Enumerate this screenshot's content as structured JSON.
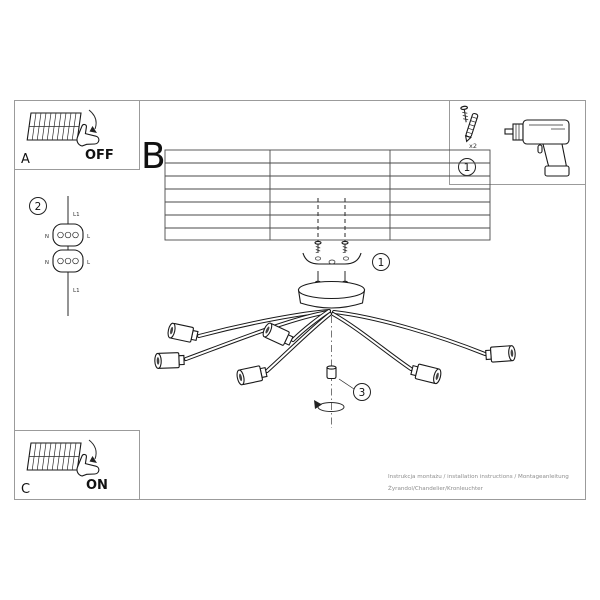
{
  "sheet": {
    "section_label": "B",
    "footer_line1": "Instrukcja montażu / installation instructions / Montageanleitung",
    "footer_line2": "Żyrandol/Chandelier/Kronleuchter"
  },
  "panel_a": {
    "label": "A",
    "state": "OFF"
  },
  "panel_c": {
    "label": "C",
    "state": "ON"
  },
  "tools_panel": {
    "step": "1",
    "anchor_count": "x2"
  },
  "steps": {
    "bracket_step": "1",
    "wiring_step": "2",
    "finial_step": "3"
  },
  "wiring": {
    "line_top_label": "L1",
    "line_bottom_label": "L1",
    "block1_left": "N",
    "block1_right": "L",
    "block2_left": "N",
    "block2_right": "L"
  }
}
